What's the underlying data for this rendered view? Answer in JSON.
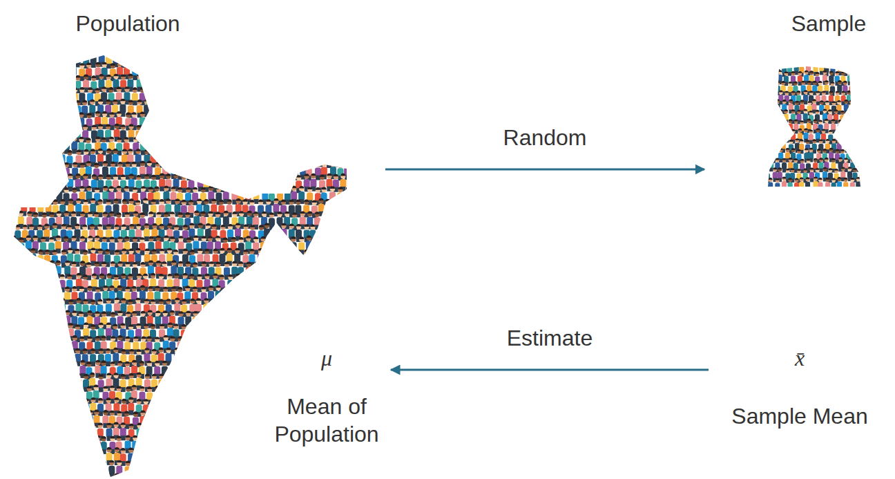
{
  "diagram": {
    "nodes": [
      {
        "text": [
          "Population"
        ]
      },
      {
        "text": [
          "Sample"
        ]
      },
      {
        "text": [
          "μ",
          "Mean of Population"
        ]
      },
      {
        "text": [
          "x̄",
          "Sample Mean"
        ]
      }
    ],
    "edges": [
      {
        "from": 0,
        "to": 1,
        "label": "Random",
        "arrow": "to"
      },
      {
        "from": 3,
        "to": 2,
        "label": "Estimate",
        "arrow": "to"
      }
    ]
  }
}
